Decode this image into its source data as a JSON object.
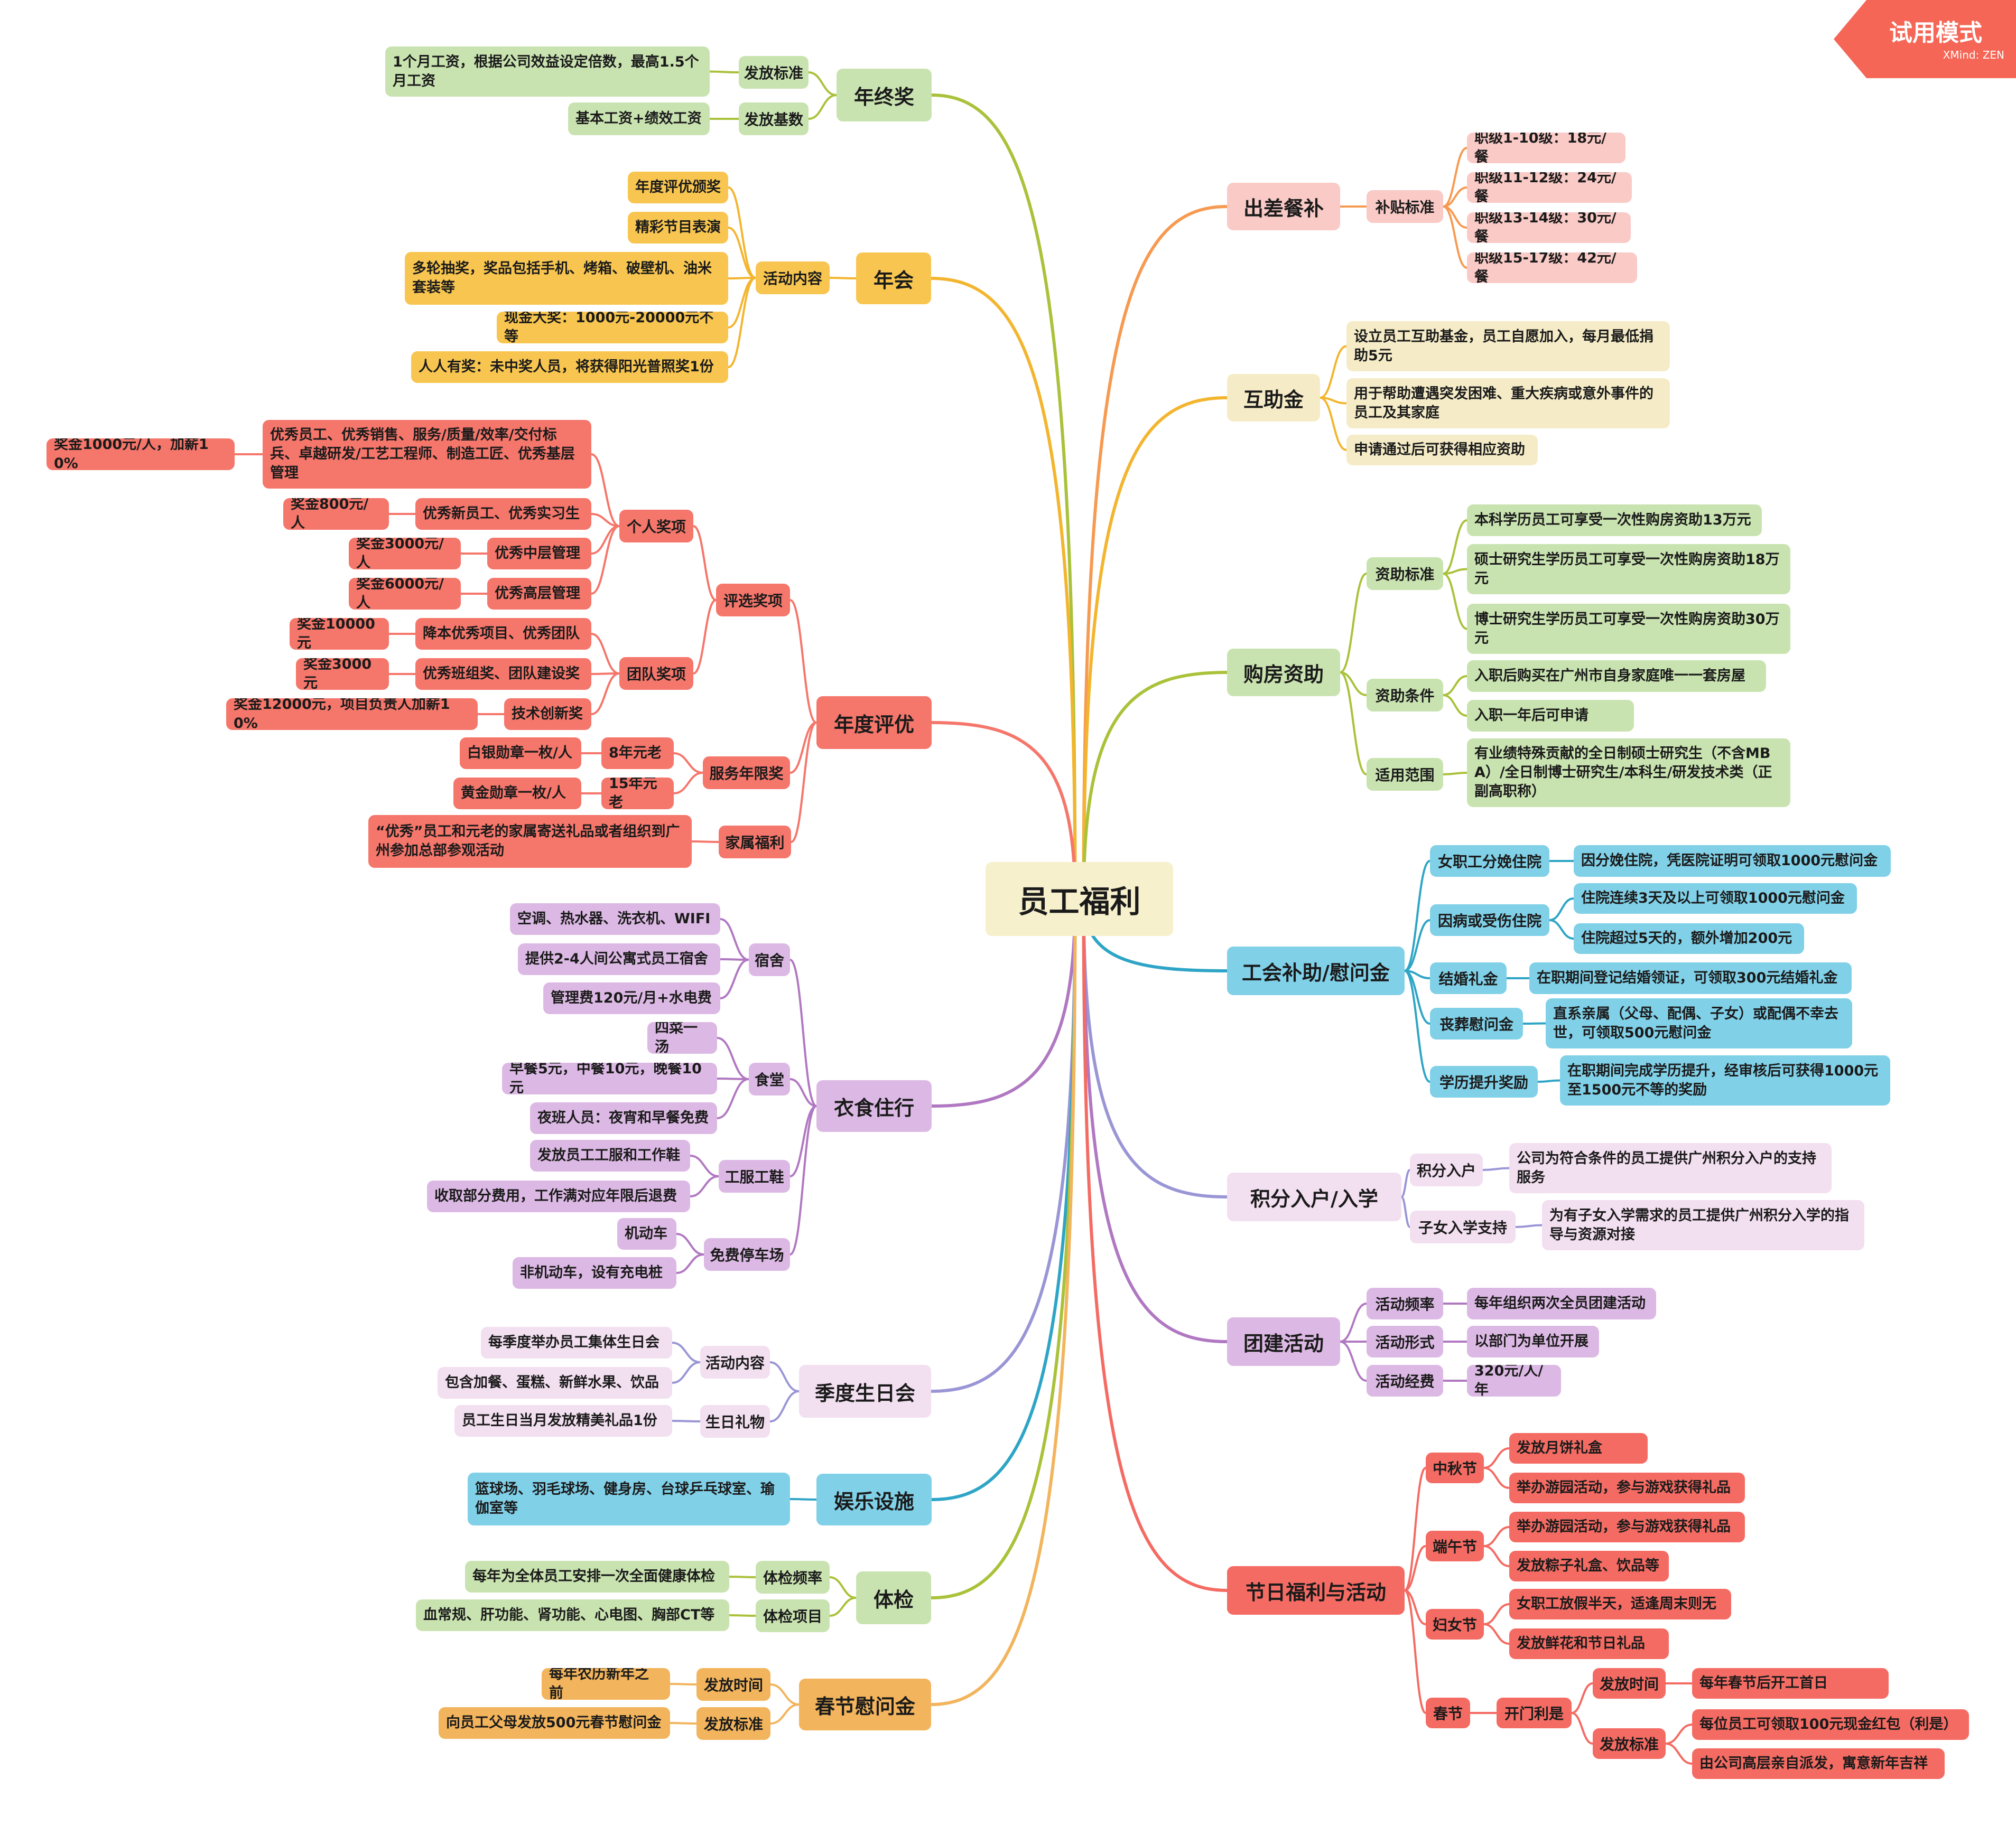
{
  "badge": {
    "label": "试用模式",
    "brand": "XMind: ZEN"
  },
  "colors": {
    "green": "#a9c23a",
    "lgreen": "#c9e3b0",
    "yellow": "#f3b52e",
    "lyellow": "#f8c650",
    "salmon": "#f5766b",
    "lsalmon": "#f9cac6",
    "orange": "#f79a51",
    "purple": "#b178c2",
    "lpurple": "#dcb9e4",
    "cyan": "#2ea5c6",
    "lcyan": "#80d0e8",
    "pink": "#f2dff0",
    "beige": "#f7f0cc",
    "lbeige": "#f5ecc7",
    "lavender": "#9a96d6",
    "gold": "#f2b45c",
    "red": "#f46b63",
    "lred": "#f7a29d"
  },
  "mindmap": {
    "root": "员工福利",
    "topics": {
      "nianzhongjiang": {
        "label": "年终奖",
        "c1": "发放标准",
        "c1_1": "1个月工资，根据公司效益设定倍数，最高1.5个月工资",
        "c2": "发放基数",
        "c2_1": "基本工资+绩效工资"
      },
      "nianhui": {
        "label": "年会",
        "c1": "活动内容",
        "i1": "年度评优颁奖",
        "i2": "精彩节目表演",
        "i3": "多轮抽奖，奖品包括手机、烤箱、破壁机、油米套装等",
        "i4": "现金大奖：1000元-20000元不等",
        "i5": "人人有奖：未中奖人员，将获得阳光普照奖1份"
      },
      "pingyou": {
        "label": "年度评优",
        "xuanping": "评选奖项",
        "geren": "个人奖项",
        "gr1": "优秀员工、优秀销售、服务/质量/效率/交付标兵、卓越研发/工艺工程师、制造工匠、优秀基层管理",
        "gr1a": "奖金1000元/人，加薪10%",
        "gr2": "优秀新员工、优秀实习生",
        "gr2a": "奖金800元/人",
        "gr3": "优秀中层管理",
        "gr3a": "奖金3000元/人",
        "gr4": "优秀高层管理",
        "gr4a": "奖金6000元/人",
        "tuandui": "团队奖项",
        "td1": "降本优秀项目、优秀团队",
        "td1a": "奖金10000元",
        "td2": "优秀班组奖、团队建设奖",
        "td2a": "奖金3000元",
        "td3": "技术创新奖",
        "td3a": "奖金12000元，项目负责人加薪10%",
        "fuwu": "服务年限奖",
        "fw1": "8年元老",
        "fw1a": "白银勋章一枚/人",
        "fw2": "15年元老",
        "fw2a": "黄金勋章一枚/人",
        "jiashu": "家属福利",
        "js1": "“优秀”员工和元老的家属寄送礼品或者组织到广州参加总部参观活动"
      },
      "yishi": {
        "label": "衣食住行",
        "sushe": "宿舍",
        "ss1": "空调、热水器、洗衣机、WIFI",
        "ss2": "提供2-4人间公寓式员工宿舍",
        "ss3": "管理费120元/月+水电费",
        "shitang": "食堂",
        "st1": "四菜一汤",
        "st2": "早餐5元，中餐10元，晚餐10元",
        "st3": "夜班人员：夜宵和早餐免费",
        "gongfu": "工服工鞋",
        "gf1": "发放员工工服和工作鞋",
        "gf2": "收取部分费用，工作满对应年限后退费",
        "tingche": "免费停车场",
        "tc1": "机动车",
        "tc2": "非机动车，设有充电桩"
      },
      "shengri": {
        "label": "季度生日会",
        "c1": "活动内容",
        "c1_1": "每季度举办员工集体生日会",
        "c1_2": "包含加餐、蛋糕、新鲜水果、饮品",
        "c2": "生日礼物",
        "c2_1": "员工生日当月发放精美礼品1份"
      },
      "yule": {
        "label": "娱乐设施",
        "c1": "篮球场、羽毛球场、健身房、台球乒乓球室、瑜伽室等"
      },
      "tijian": {
        "label": "体检",
        "c1": "体检频率",
        "c1_1": "每年为全体员工安排一次全面健康体检",
        "c2": "体检项目",
        "c2_1": "血常规、肝功能、肾功能、心电图、胸部CT等"
      },
      "chunjie": {
        "label": "春节慰问金",
        "c1": "发放时间",
        "c1_1": "每年农历新年之前",
        "c2": "发放标准",
        "c2_1": "向员工父母发放500元春节慰问金"
      },
      "canbu": {
        "label": "出差餐补",
        "c1": "补贴标准",
        "i1": "职级1-10级：18元/餐",
        "i2": "职级11-12级：24元/餐",
        "i3": "职级13-14级：30元/餐",
        "i4": "职级15-17级：42元/餐"
      },
      "huzhu": {
        "label": "互助金",
        "i1": "设立员工互助基金，员工自愿加入，每月最低捐助5元",
        "i2": "用于帮助遭遇突发困难、重大疾病或意外事件的员工及其家庭",
        "i3": "申请通过后可获得相应资助"
      },
      "goufang": {
        "label": "购房资助",
        "c1": "资助标准",
        "c1_1": "本科学历员工可享受一次性购房资助13万元",
        "c1_2": "硕士研究生学历员工可享受一次性购房资助18万元",
        "c1_3": "博士研究生学历员工可享受一次性购房资助30万元",
        "c2": "资助条件",
        "c2_1": "入职后购买在广州市自身家庭唯一一套房屋",
        "c2_2": "入职一年后可申请",
        "c3": "适用范围",
        "c3_1": "有业绩特殊贡献的全日制硕士研究生（不含MBA）/全日制博士研究生/本科生/研发技术类（正副高职称）"
      },
      "gonghui": {
        "label": "工会补助/慰问金",
        "c1": "女职工分娩住院",
        "c1_1": "因分娩住院，凭医院证明可领取1000元慰问金",
        "c2": "因病或受伤住院",
        "c2_1": "住院连续3天及以上可领取1000元慰问金",
        "c2_2": "住院超过5天的，额外增加200元",
        "c3": "结婚礼金",
        "c3_1": "在职期间登记结婚领证，可领取300元结婚礼金",
        "c4": "丧葬慰问金",
        "c4_1": "直系亲属（父母、配偶、子女）或配偶不幸去世，可领取500元慰问金",
        "c5": "学历提升奖励",
        "c5_1": "在职期间完成学历提升，经审核后可获得1000元至1500元不等的奖励"
      },
      "jifen": {
        "label": "积分入户/入学",
        "c1": "积分入户",
        "c1_1": "公司为符合条件的员工提供广州积分入户的支持服务",
        "c2": "子女入学支持",
        "c2_1": "为有子女入学需求的员工提供广州积分入学的指导与资源对接"
      },
      "tuanjian": {
        "label": "团建活动",
        "c1": "活动频率",
        "c1_1": "每年组织两次全员团建活动",
        "c2": "活动形式",
        "c2_1": "以部门为单位开展",
        "c3": "活动经费",
        "c3_1": "320元/人/年"
      },
      "jieri": {
        "label": "节日福利与活动",
        "zq": "中秋节",
        "zq1": "发放月饼礼盒",
        "zq2": "举办游园活动，参与游戏获得礼品",
        "dw": "端午节",
        "dw1": "举办游园活动，参与游戏获得礼品",
        "dw2": "发放粽子礼盒、饮品等",
        "fn": "妇女节",
        "fn1": "女职工放假半天，适逢周末则无",
        "fn2": "发放鲜花和节日礼品",
        "cj": "春节",
        "kmls": "开门利是",
        "ff1": "发放时间",
        "ff1a": "每年春节后开工首日",
        "ff2": "发放标准",
        "ff2a": "每位员工可领取100元现金红包（利是）",
        "ff2b": "由公司高层亲自派发，寓意新年吉祥"
      }
    }
  }
}
